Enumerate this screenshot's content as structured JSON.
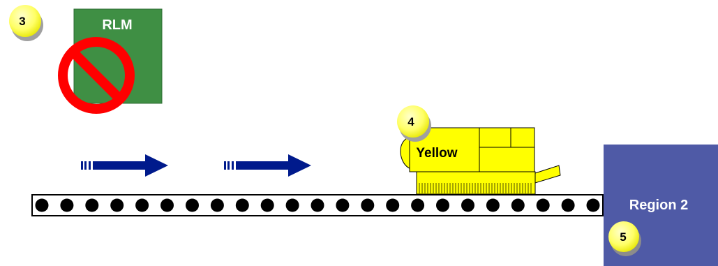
{
  "rlm_box": {
    "label": "RLM",
    "color": "#3f8f44",
    "prohibited_icon": "no-entry-icon",
    "prohibited_color": "#ff0000"
  },
  "machine": {
    "label": "Yellow",
    "color": "#ffff00"
  },
  "region": {
    "label": "Region 2",
    "color": "#4f5aa6"
  },
  "step_badges": [
    {
      "number": "3"
    },
    {
      "number": "4"
    },
    {
      "number": "5"
    }
  ],
  "flow_arrows": {
    "icon": "right-arrow-icon",
    "color": "#001a8c",
    "count": 2
  },
  "conveyor": {
    "icon": "conveyor-belt",
    "roller_count": 23
  }
}
